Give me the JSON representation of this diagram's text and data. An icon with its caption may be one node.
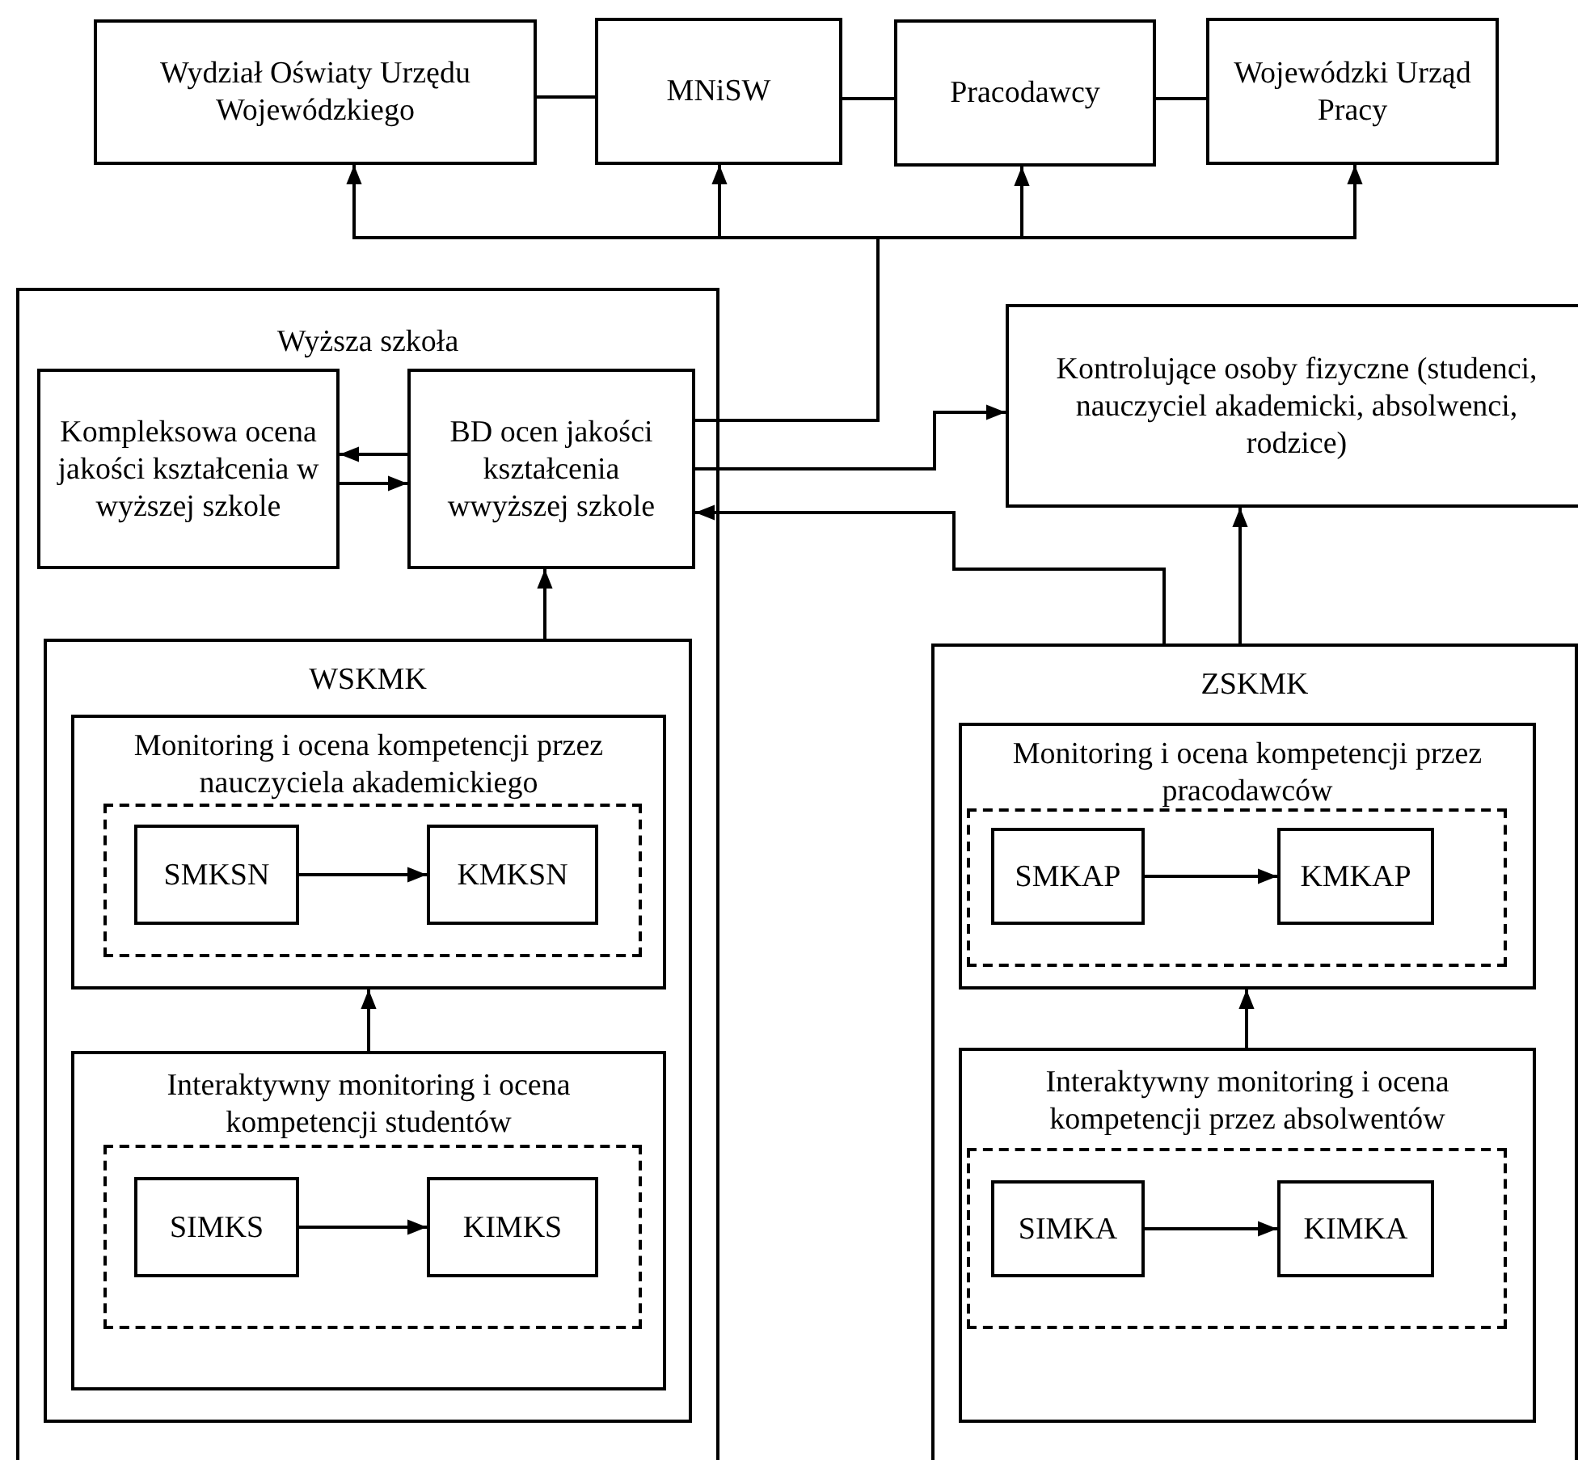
{
  "diagram": {
    "nodes": [
      {
        "text": [
          "Wydział Oświaty Urzędu Wojewódzkiego"
        ]
      },
      {
        "text": [
          "MNiSW"
        ]
      },
      {
        "text": [
          "Pracodawcy"
        ]
      },
      {
        "text": [
          "Wojewódzki Urząd Pracy"
        ]
      },
      {
        "text": [
          "Wyższa szkoła"
        ]
      },
      {
        "text": [
          "Kompleksowa ocena jakości kształcenia w wyższej szkole"
        ],
        "in": 4
      },
      {
        "text": [
          "BD ocen jakości kształcenia wwyższej szkole"
        ],
        "in": 4
      },
      {
        "text": [
          "Kontrolujące osoby fizyczne (studenci, nauczyciel akademicki, absolwenci, rodzice)"
        ]
      },
      {
        "text": [
          "WSKMK"
        ],
        "in": 4
      },
      {
        "text": [
          "Monitoring i ocena kompetencji przez nauczyciela akademickiego"
        ],
        "in": 8
      },
      {
        "text": [],
        "shape": "box",
        "in": 9
      },
      {
        "text": [
          "SMKSN"
        ],
        "in": 10
      },
      {
        "text": [
          "KMKSN"
        ],
        "in": 10
      },
      {
        "text": [
          "Interaktywny monitoring i ocena kompetencji studentów"
        ],
        "in": 8
      },
      {
        "text": [],
        "shape": "box",
        "in": 13
      },
      {
        "text": [
          "SIMKS"
        ],
        "in": 14
      },
      {
        "text": [
          "KIMKS"
        ],
        "in": 14
      },
      {
        "text": [
          "ZSKMK"
        ]
      },
      {
        "text": [
          "Monitoring i ocena kompetencji przez pracodawców"
        ],
        "in": 17
      },
      {
        "text": [],
        "shape": "box",
        "in": 18
      },
      {
        "text": [
          "SMKAP"
        ],
        "in": 19
      },
      {
        "text": [
          "KMKAP"
        ],
        "in": 19
      },
      {
        "text": [
          "Interaktywny monitoring i ocena kompetencji przez absolwentów"
        ],
        "in": 17
      },
      {
        "text": [],
        "shape": "box",
        "in": 22
      },
      {
        "text": [
          "SIMKA"
        ],
        "in": 23
      },
      {
        "text": [
          "KIMKA"
        ],
        "in": 23
      }
    ],
    "edges": [
      {
        "from": 0,
        "to": 1,
        "arrow": "none"
      },
      {
        "from": 1,
        "to": 2,
        "arrow": "none"
      },
      {
        "from": 2,
        "to": 3,
        "arrow": "none"
      },
      {
        "from": 6,
        "to": 0,
        "arrow": "to"
      },
      {
        "from": 6,
        "to": 1,
        "arrow": "to"
      },
      {
        "from": 6,
        "to": 2,
        "arrow": "to"
      },
      {
        "from": 6,
        "to": 3,
        "arrow": "to"
      },
      {
        "from": 6,
        "to": 5,
        "arrow": "to"
      },
      {
        "from": 5,
        "to": 6,
        "arrow": "to"
      },
      {
        "from": 6,
        "to": 7,
        "arrow": "to"
      },
      {
        "from": 17,
        "to": 6,
        "arrow": "to"
      },
      {
        "from": 17,
        "to": 7,
        "arrow": "to"
      },
      {
        "from": 8,
        "to": 6,
        "arrow": "to"
      },
      {
        "from": 13,
        "to": 9,
        "arrow": "to"
      },
      {
        "from": 11,
        "to": 12,
        "arrow": "to"
      },
      {
        "from": 15,
        "to": 16,
        "arrow": "to"
      },
      {
        "from": 22,
        "to": 18,
        "arrow": "to"
      },
      {
        "from": 20,
        "to": 21,
        "arrow": "to"
      },
      {
        "from": 24,
        "to": 25,
        "arrow": "to"
      }
    ]
  }
}
